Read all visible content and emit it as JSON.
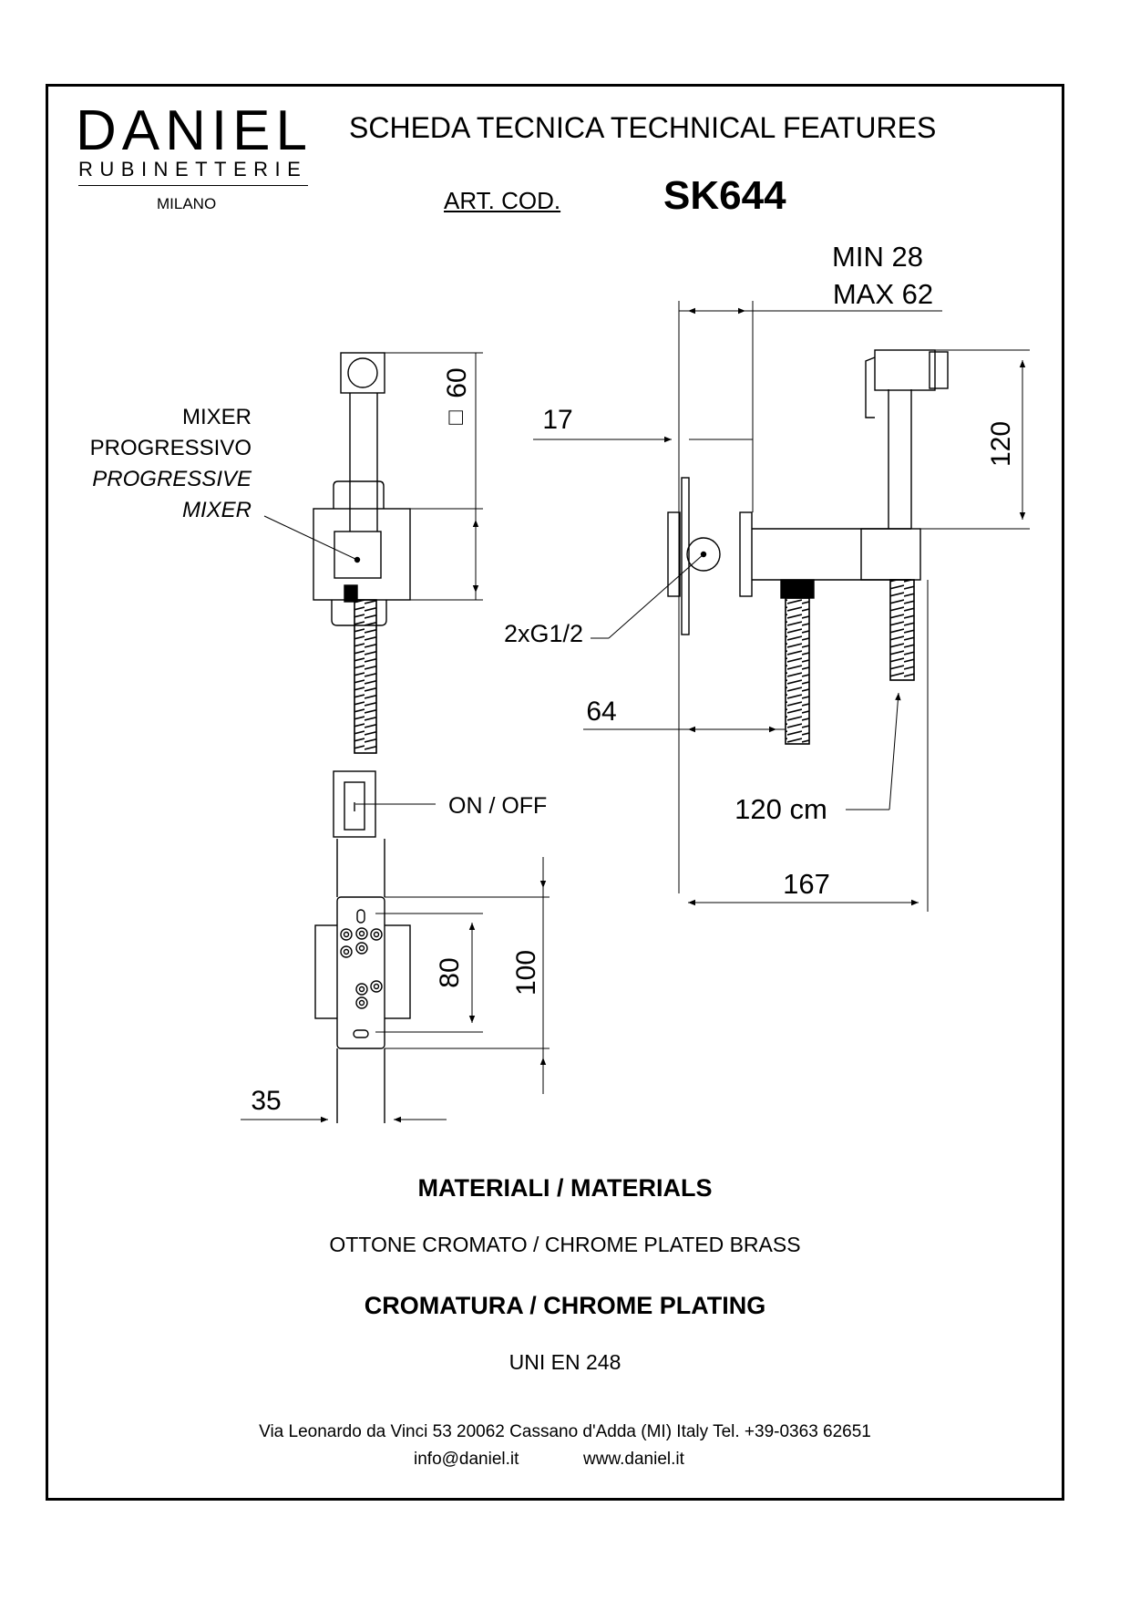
{
  "logo": {
    "brand": "DANIEL",
    "subtitle": "RUBINETTERIE",
    "city": "MILANO"
  },
  "header": {
    "title": "SCHEDA TECNICA   TECHNICAL FEATURES",
    "art_label": "ART. COD.",
    "art_code": "SK644"
  },
  "drawing": {
    "dim_min": "MIN 28",
    "dim_max": "MAX 62",
    "dim_60": "60",
    "dim_square_symbol": "□",
    "mixer_label": [
      "MIXER",
      "PROGRESSIVO",
      "PROGRESSIVE",
      "MIXER"
    ],
    "dim_17": "17",
    "dim_120": "120",
    "connection_label": "2xG1/2",
    "dim_64": "64",
    "hose_length": "120 cm",
    "dim_167": "167",
    "on_off_label": "ON / OFF",
    "dim_80": "80",
    "dim_100": "100",
    "dim_35": "35"
  },
  "materials": {
    "heading": "MATERIALI / MATERIALS",
    "material": "OTTONE CROMATO  / CHROME PLATED BRASS",
    "plating_heading": "CROMATURA / CHROME PLATING",
    "standard": "UNI EN 248"
  },
  "footer": {
    "address": "Via Leonardo da Vinci 53    20062 Cassano d'Adda (MI) Italy Tel. +39-0363 62651",
    "email": "info@daniel.it",
    "web": "www.daniel.it"
  }
}
